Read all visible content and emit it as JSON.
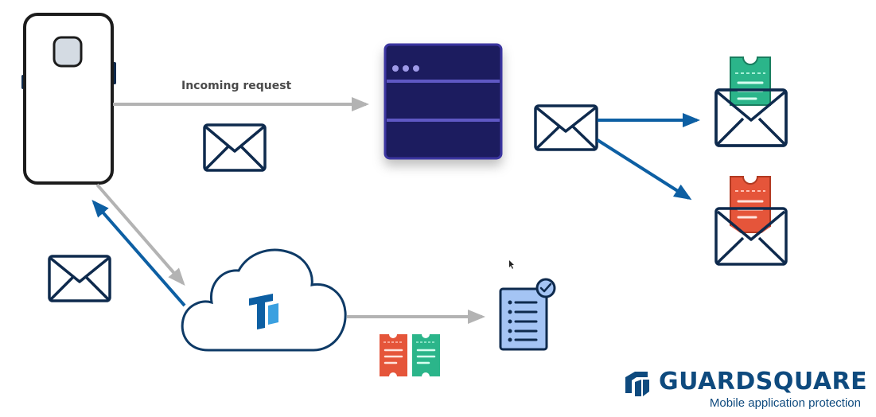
{
  "labels": {
    "incoming_request": "Incoming request"
  },
  "brand": {
    "name": "GUARDSQUARE",
    "tagline": "Mobile application protection"
  },
  "colors": {
    "navy": "#0e2a4d",
    "arrow_gray": "#b3b3b3",
    "arrow_blue": "#0d5fa3",
    "server": "#1f1a5e",
    "server_border": "#3b34a0",
    "server_dots": "#9e9ae8",
    "ticket_green": "#2bb58a",
    "ticket_red": "#e5553a",
    "doc_blue": "#a4c4f4",
    "brand_blue": "#0e4a7e"
  },
  "icons": [
    "phone-icon",
    "envelope-icon",
    "server-icon",
    "cloud-icon",
    "ticket-icon",
    "checklist-document-icon",
    "guardsquare-logo-icon",
    "mouse-cursor-icon"
  ]
}
